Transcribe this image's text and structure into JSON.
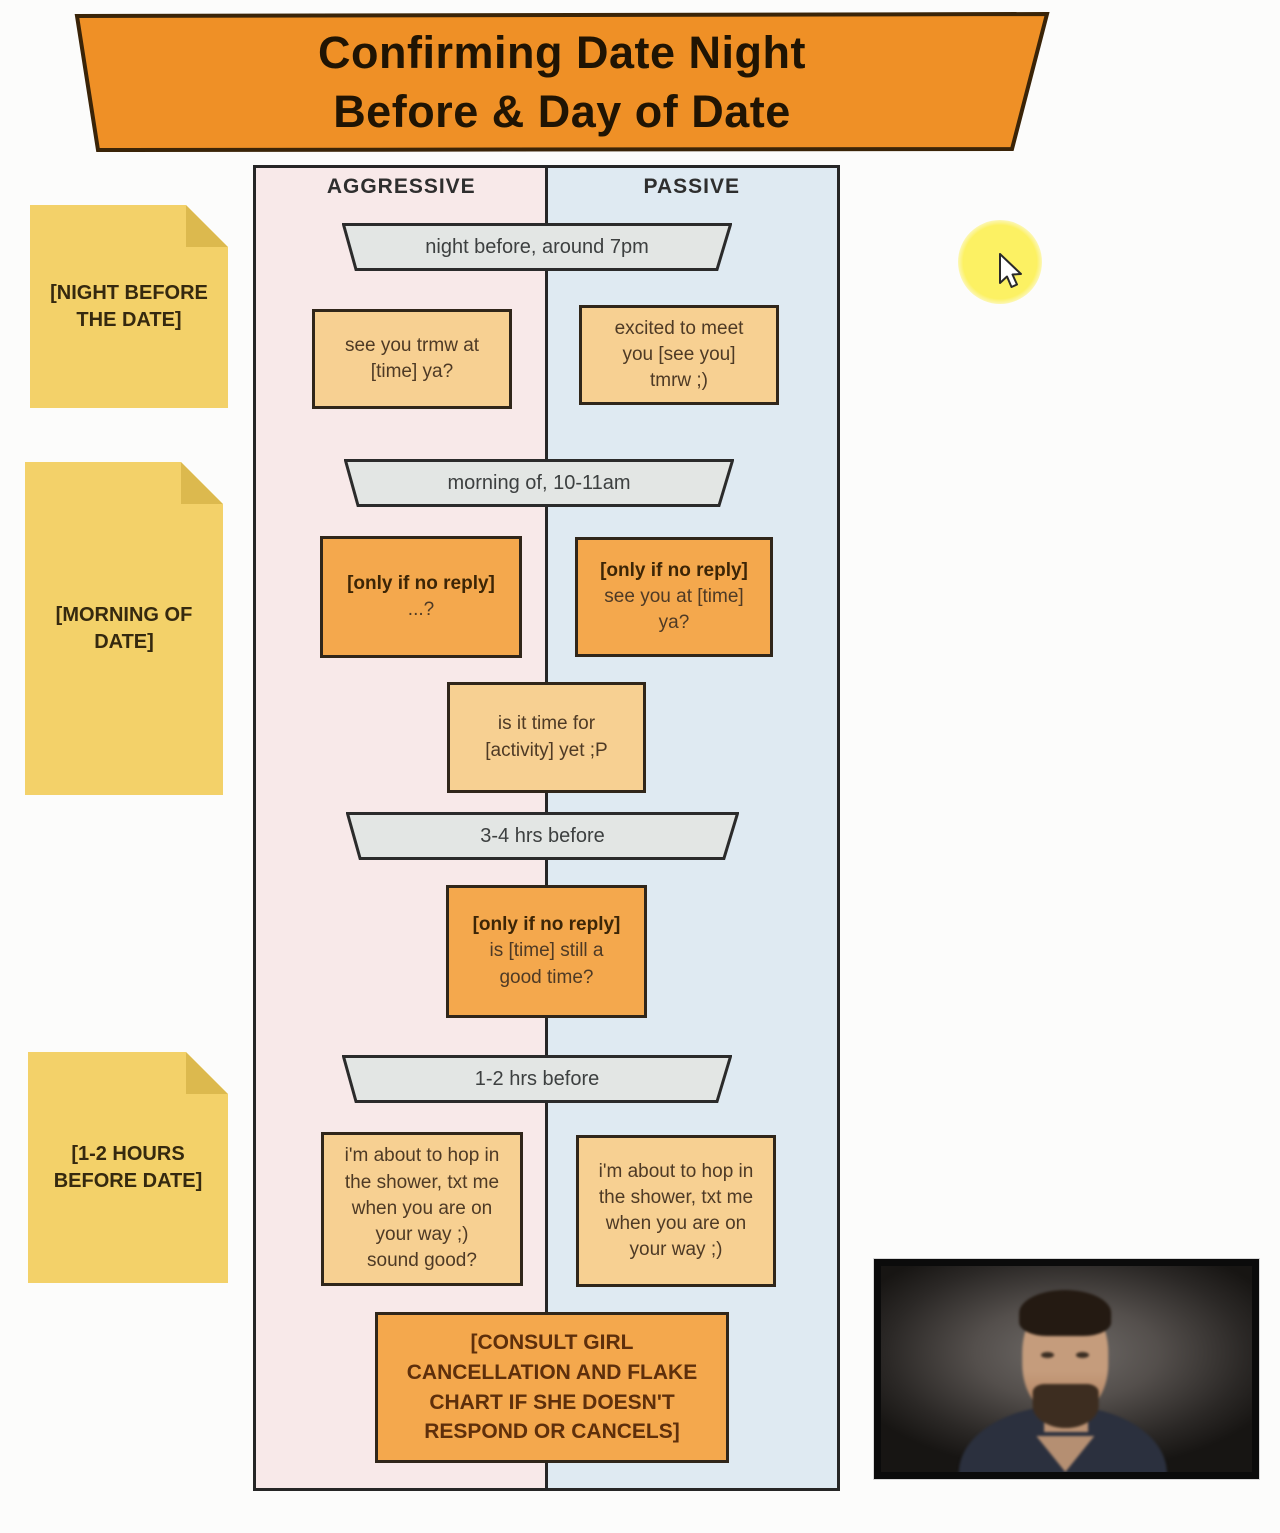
{
  "banner": {
    "line1": "Confirming Date Night",
    "line2": "Before & Day of Date"
  },
  "columns": {
    "aggressive": "AGGRESSIVE",
    "passive": "PASSIVE"
  },
  "notes": {
    "night_before": "[NIGHT BEFORE\nTHE DATE]",
    "morning_of": "[MORNING OF\nDATE]",
    "hours_before": "[1-2 HOURS\nBEFORE DATE]"
  },
  "timeline": {
    "t1": "night before, around 7pm",
    "t2": "morning of, 10-11am",
    "t3": "3-4 hrs before",
    "t4": "1-2 hrs before"
  },
  "messages": {
    "row1_left": "see you trmw at\n[time] ya?",
    "row1_right": "excited to meet\nyou [see you]\ntmrw ;)",
    "row2_left_bold": "[only if no reply]",
    "row2_left": "...?",
    "row2_right_bold": "[only if no reply]",
    "row2_right": "see you at [time]\nya?",
    "center1": "is it time for\n[activity] yet ;P",
    "center2_bold": "[only if no reply]",
    "center2": "is [time] still a\ngood time?",
    "row3_left": "i'm about to hop in\nthe shower, txt me\nwhen you are on\nyour way ;)\nsound good?",
    "row3_right": "i'm about to hop in\nthe shower, txt me\nwhen you are on\nyour way ;)",
    "final": "[CONSULT GIRL\nCANCELLATION AND FLAKE\nCHART IF SHE DOESN'T\nRESPOND OR CANCELS]"
  },
  "icons": {
    "cursor": "mouse-pointer-icon",
    "highlight": "cursor-highlight-circle"
  },
  "overlay": {
    "webcam": "presenter webcam video frame"
  },
  "colors": {
    "page_bg": "#fcfcfb",
    "banner_fill": "#ef9026",
    "banner_border": "#3a2408",
    "banner_text": "#201403",
    "chart_pink": "#f8e9e9",
    "chart_blue": "#dfeaf2",
    "chart_border": "#262626",
    "trap_fill": "#e3e6e4",
    "trap_border": "#2b2b2b",
    "trap_text": "#3d4040",
    "box_light": "#f7d092",
    "box_dark": "#f4a84d",
    "box_border": "#30261a",
    "box_text": "#4e3a25",
    "box_text_bold": "#3c2506",
    "final_text": "#5e2f0b",
    "sticky_fill": "#f3d169",
    "sticky_fold": "#dcb94e",
    "sticky_text": "#35290f",
    "header_text": "#2e2e2e",
    "highlight_yellow": "#fcf163",
    "webcam_frame": "#0b0b0b"
  }
}
